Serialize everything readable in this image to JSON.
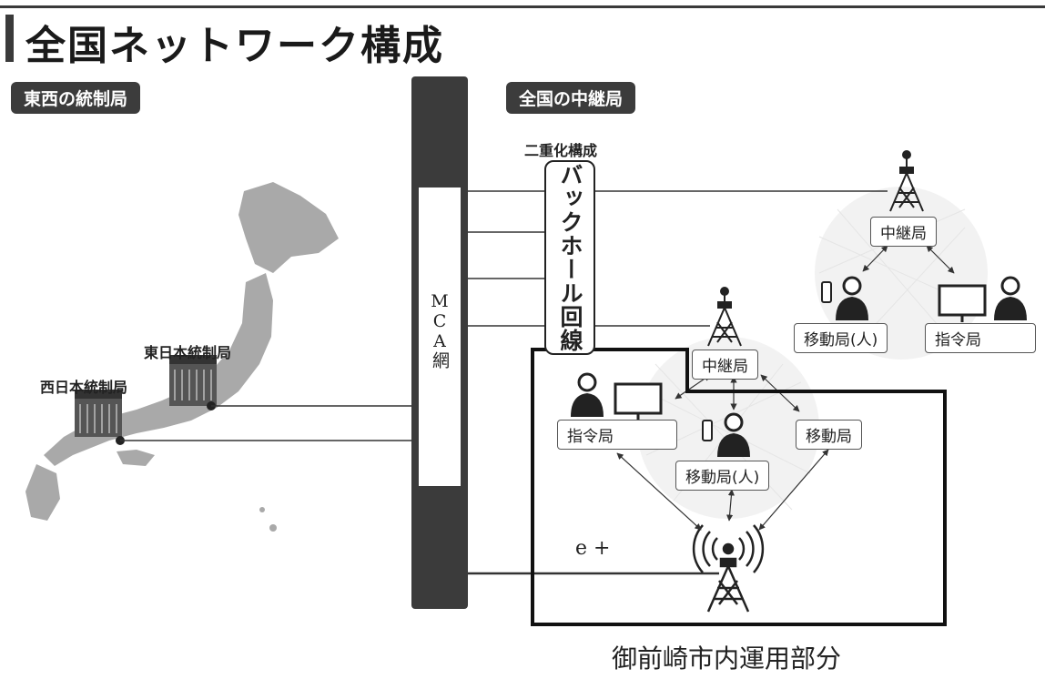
{
  "title": "全国ネットワーク構成",
  "section_left": "東西の統制局",
  "section_right": "全国の中継局",
  "duplex_label": "二重化構成",
  "backhaul_label": "バックホール回線",
  "mca_label": "MCA網",
  "east_control": "東日本統制局",
  "west_control": "西日本統制局",
  "upper_relay": "中継局",
  "upper_mobile_person": "移動局(人)",
  "upper_dispatch": "指令局",
  "lower_relay": "中継局",
  "lower_dispatch": "指令局",
  "lower_mobile_person": "移動局(人)",
  "lower_mobile": "移動局",
  "eplus_label": "e +",
  "caption": "御前崎市内運用部分"
}
